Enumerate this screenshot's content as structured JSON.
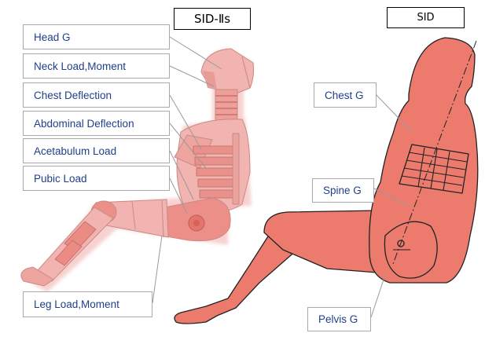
{
  "titles": {
    "sid2s": "SID-Ⅱs",
    "sid": "SID"
  },
  "sid2s_labels": {
    "head": "Head G",
    "neck": "Neck Load,Moment",
    "chest": "Chest Deflection",
    "abdominal": "Abdominal Deflection",
    "acetabulum": "Acetabulum Load",
    "pubic": "Pubic Load",
    "leg": "Leg Load,Moment"
  },
  "sid_labels": {
    "chest": "Chest G",
    "spine": "Spine G",
    "pelvis": "Pelvis G"
  },
  "colors": {
    "sid2s_body": "#f1b4b0",
    "sid2s_glow": "#f4c6c2",
    "sid_body": "#ec7b6e",
    "outline": "#222222",
    "leader": "#9a9a9a",
    "label_text": "#1f3f8a"
  }
}
